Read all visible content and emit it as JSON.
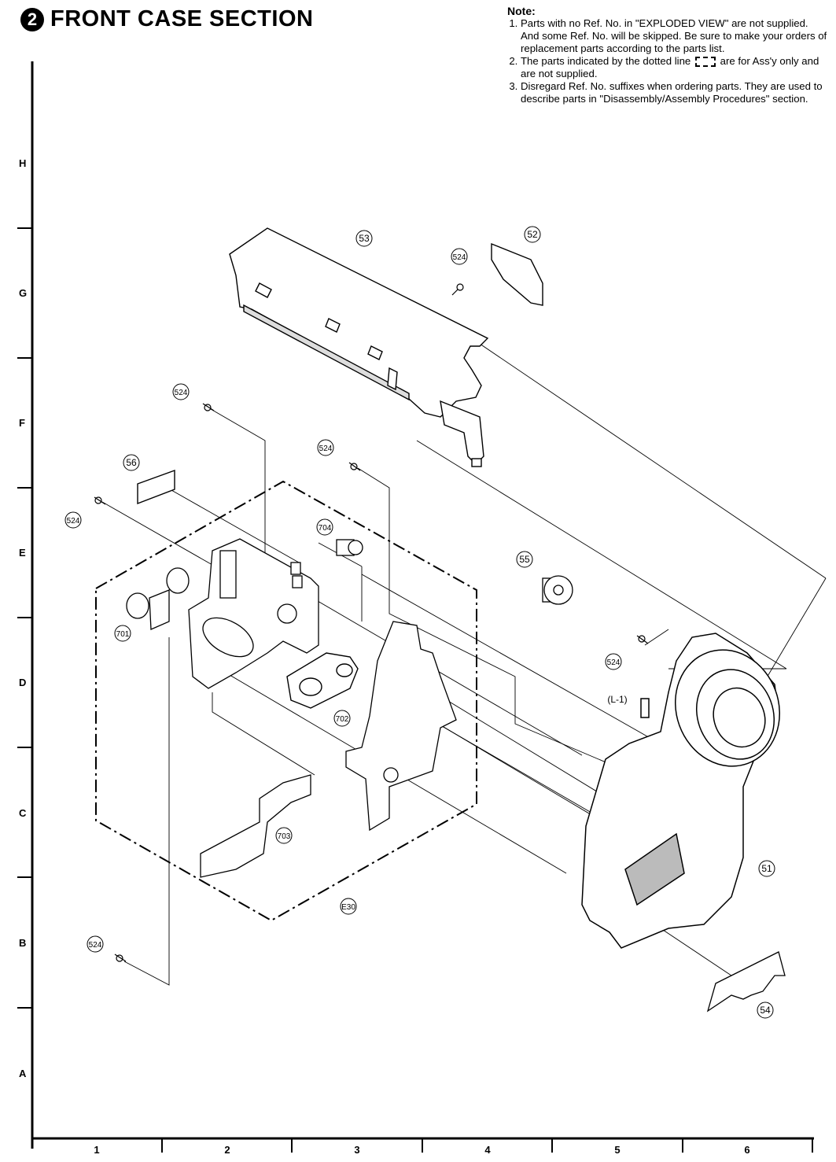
{
  "header": {
    "section_number": "2",
    "section_title": "FRONT CASE SECTION"
  },
  "note": {
    "heading": "Note:",
    "item1_a": "Parts with no Ref. No. in \"EXPLODED VIEW\" are not supplied.",
    "item1_b": "And some Ref. No. will be skipped.  Be sure to make your orders of replacement parts according to the parts list.",
    "item2_a": "The parts indicated by the dotted line",
    "item2_b": "are for Ass'y only and are not supplied.",
    "item3": "Disregard Ref. No. suffixes when ordering parts. They are used to describe parts in \"Disassembly/Assembly Procedures\" section."
  },
  "grid": {
    "rows": [
      "H",
      "G",
      "F",
      "E",
      "D",
      "C",
      "B",
      "A"
    ],
    "cols": [
      "1",
      "2",
      "3",
      "4",
      "5",
      "6"
    ]
  },
  "parts": {
    "p53": "53",
    "p52": "52",
    "p524_g": "524",
    "p524_f": "524",
    "p524_f2": "524",
    "p56": "56",
    "p524_e": "524",
    "p704": "704",
    "p55": "55",
    "p701": "701",
    "p524_d": "524",
    "p702": "702",
    "p_l1": "(L-1)",
    "p703": "703",
    "p51": "51",
    "pe30": "E30",
    "p524_b": "524",
    "p54": "54"
  }
}
